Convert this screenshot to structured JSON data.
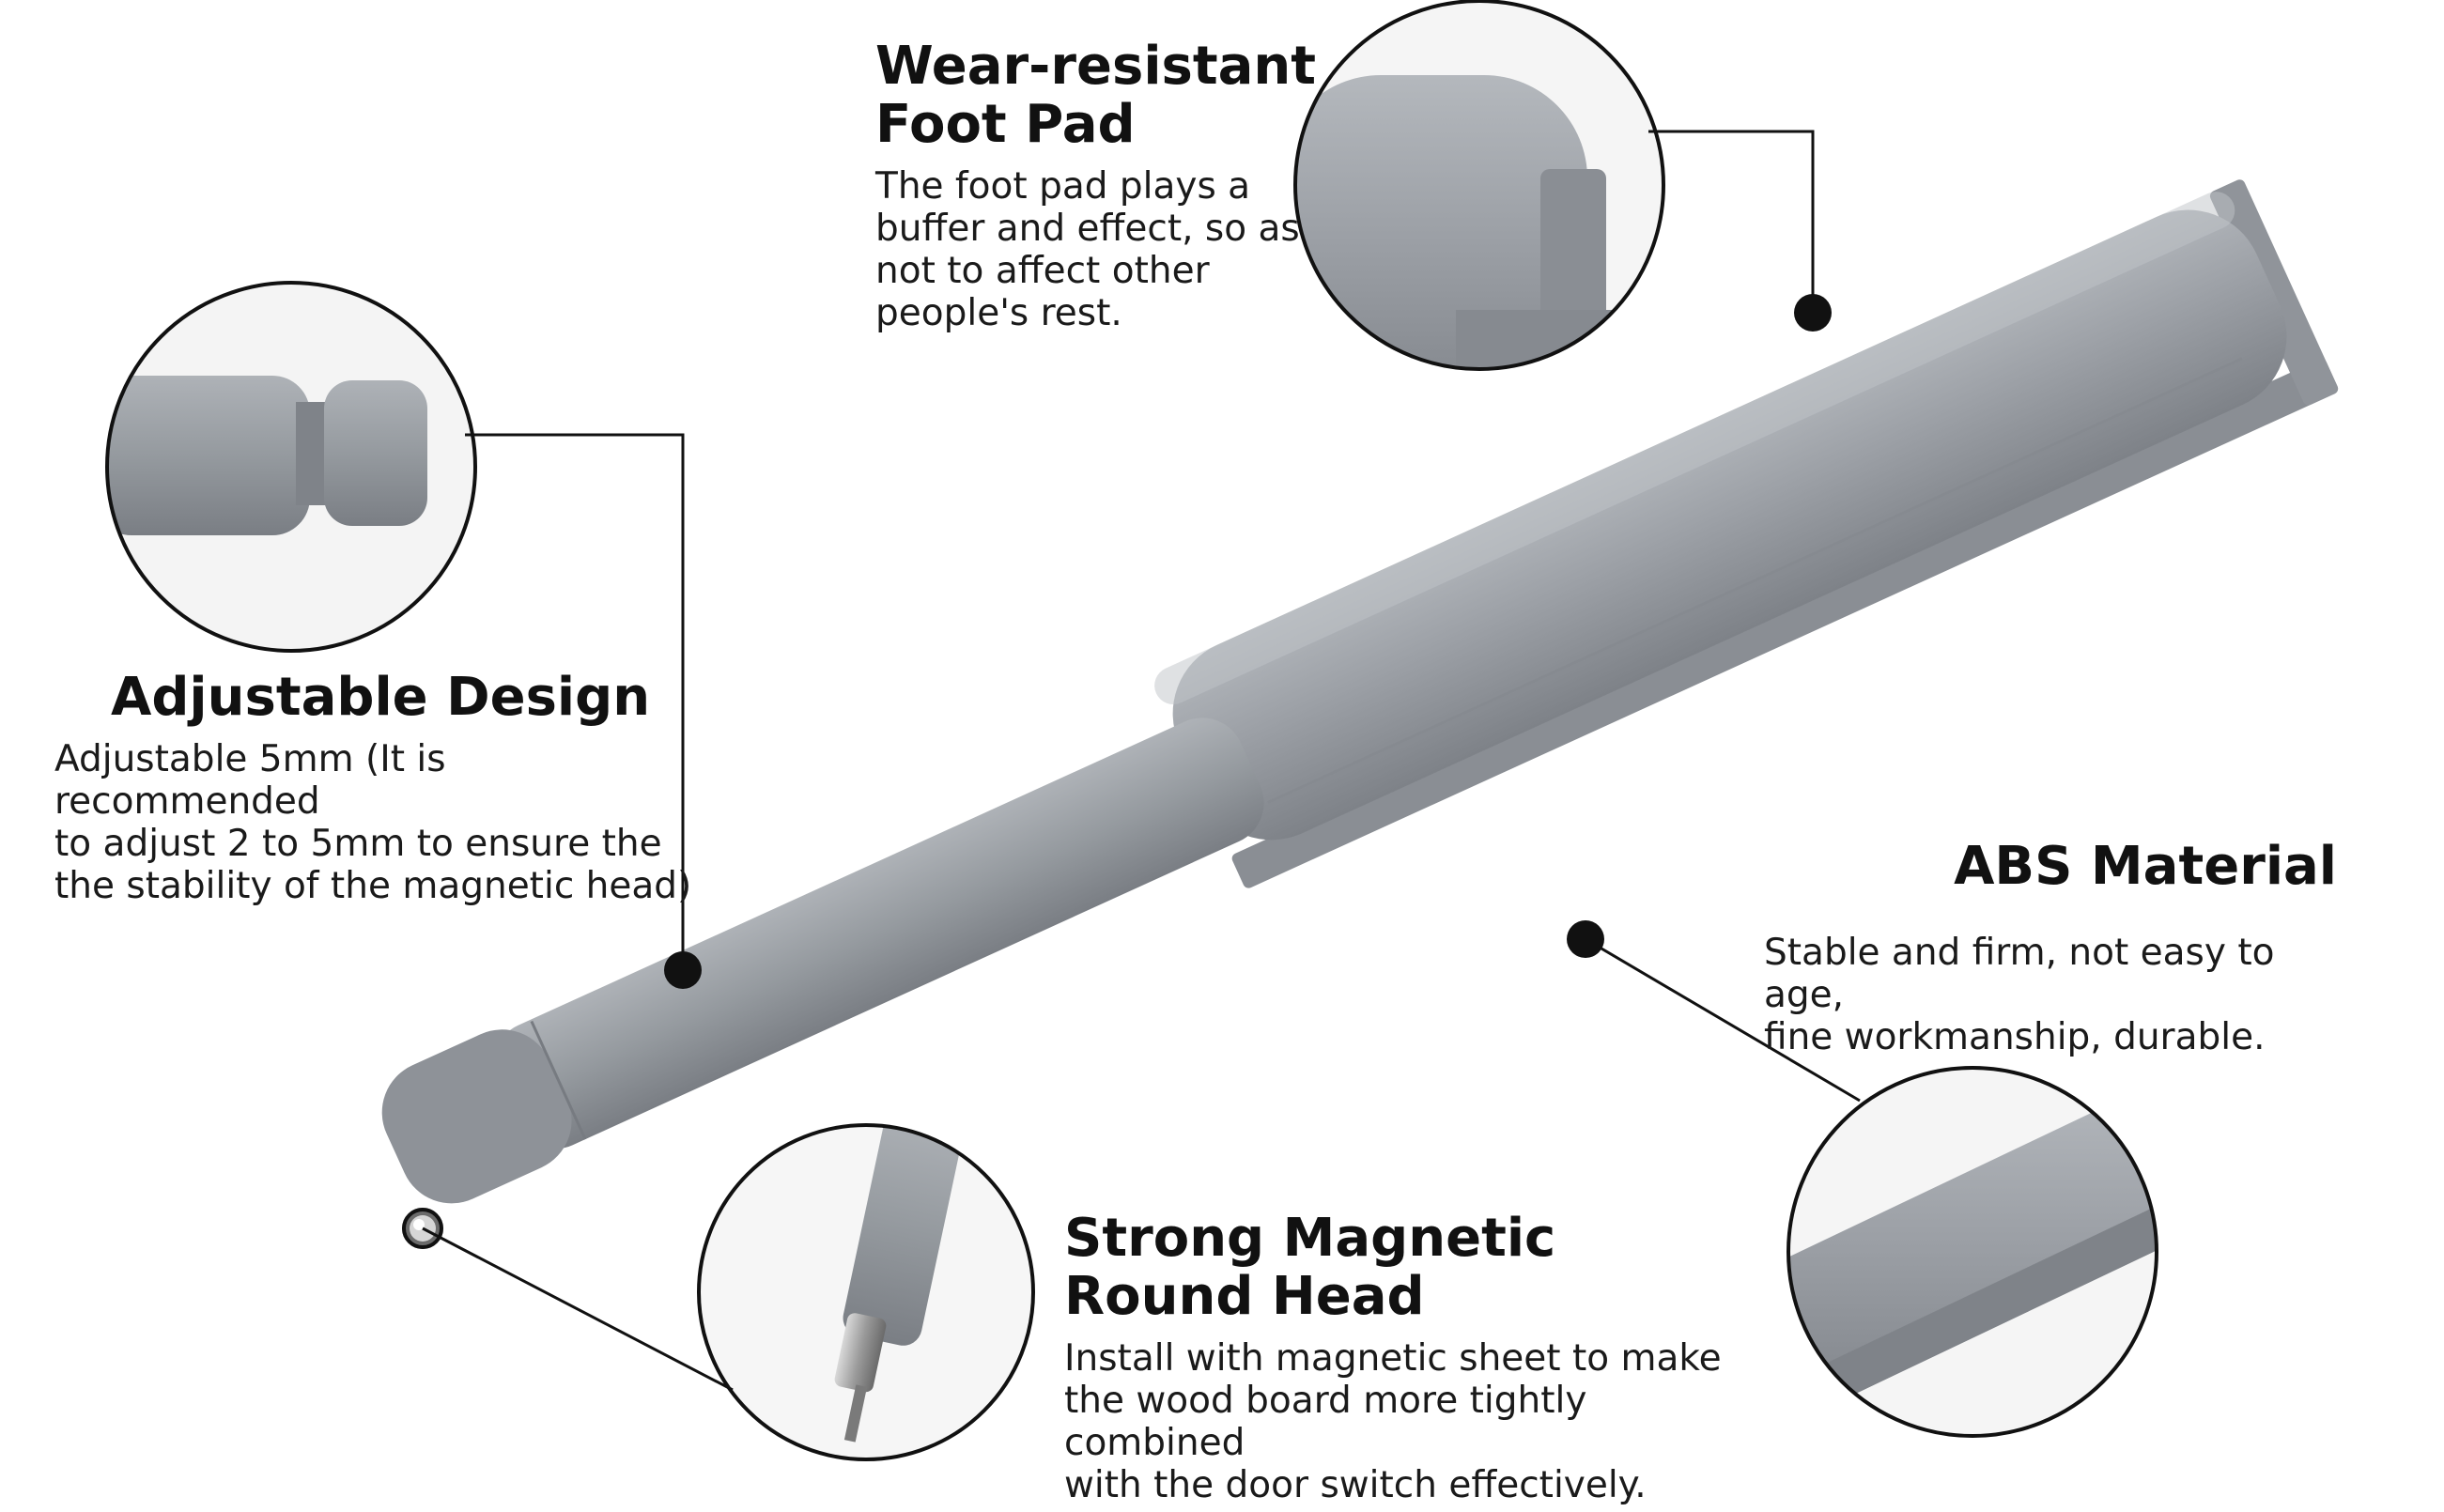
{
  "features": {
    "foot_pad": {
      "title": "Wear-resistant\nFoot Pad",
      "description": "The foot pad plays a\nbuffer and effect, so as\nnot to affect other\npeople's rest."
    },
    "adjustable": {
      "title": "Adjustable Design",
      "description": "Adjustable 5mm (It is recommended\nto adjust 2 to 5mm to ensure the\nthe stability of the magnetic head)"
    },
    "abs": {
      "title": "ABS Material",
      "description": "Stable and firm, not easy to age,\nfine workmanship, durable."
    },
    "magnetic": {
      "title": "Strong Magnetic\nRound Head",
      "description": "Install with magnetic sheet to make\nthe wood board more tightly combined\nwith the door switch effectively."
    }
  },
  "colors": {
    "product_gray": "#9a9ea4",
    "product_dark": "#7d8187",
    "product_light": "#b3b7bc",
    "callout_line": "#111111",
    "text": "#111111"
  }
}
